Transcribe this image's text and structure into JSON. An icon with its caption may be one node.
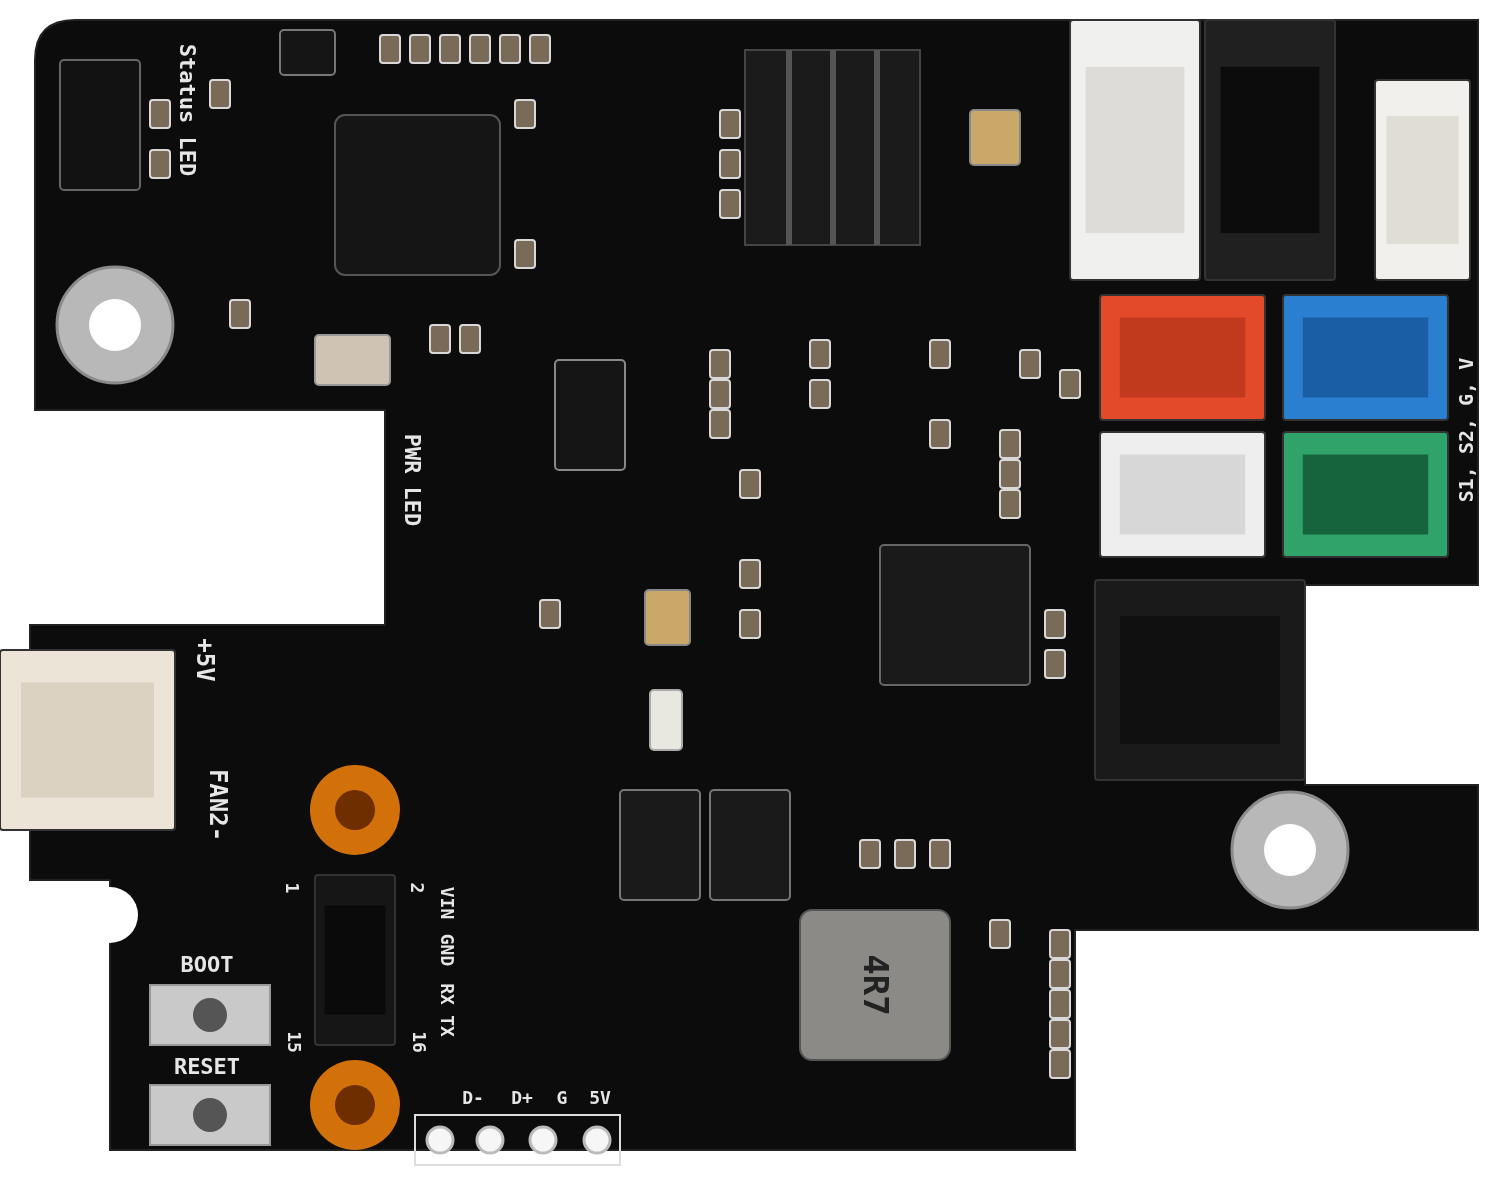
{
  "diagram": {
    "labels": [
      "Status LED",
      "PWR LED",
      "+5V",
      "FAN2-",
      "1",
      "2",
      "VIN",
      "GND",
      "RX",
      "TX",
      "BOOT",
      "4R7",
      "15",
      "16",
      "RESET",
      "D-",
      "D+",
      "G",
      "5V",
      "S1, S2, G, V"
    ]
  }
}
